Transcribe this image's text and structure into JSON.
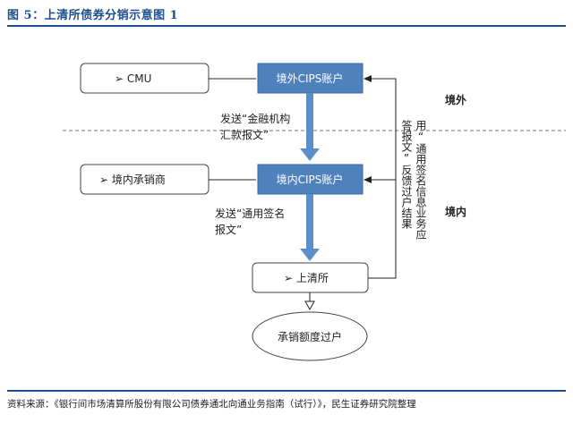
{
  "title": "图 5：上清所债券分销示意图 1",
  "source": "资料来源：《银行间市场清算所股份有限公司债券通北向通业务指南（试行）》，民生证券研究院整理",
  "nodes": {
    "cmu": "➢ CMU",
    "overseas_cips": "境外CIPS账户",
    "domestic_underwriter": "➢ 境内承销商",
    "domestic_cips": "境内CIPS账户",
    "shch": "➢ 上清所",
    "transfer": "承销额度过户"
  },
  "labels": {
    "send_financial_line1": "发送“金融机构",
    "send_financial_line2": "汇款报文”",
    "send_general_line1": "发送“通用签名",
    "send_general_line2": "报文”",
    "feedback_col1": "用“通用签名信息业务应",
    "feedback_col2": "答报文”反馈过户结果"
  },
  "regions": {
    "overseas": "境外",
    "domestic": "境内"
  },
  "colors": {
    "accent": "#1f4e8c",
    "box_blue": "#4f81bd",
    "arrow_blue": "#5b8fc9"
  }
}
